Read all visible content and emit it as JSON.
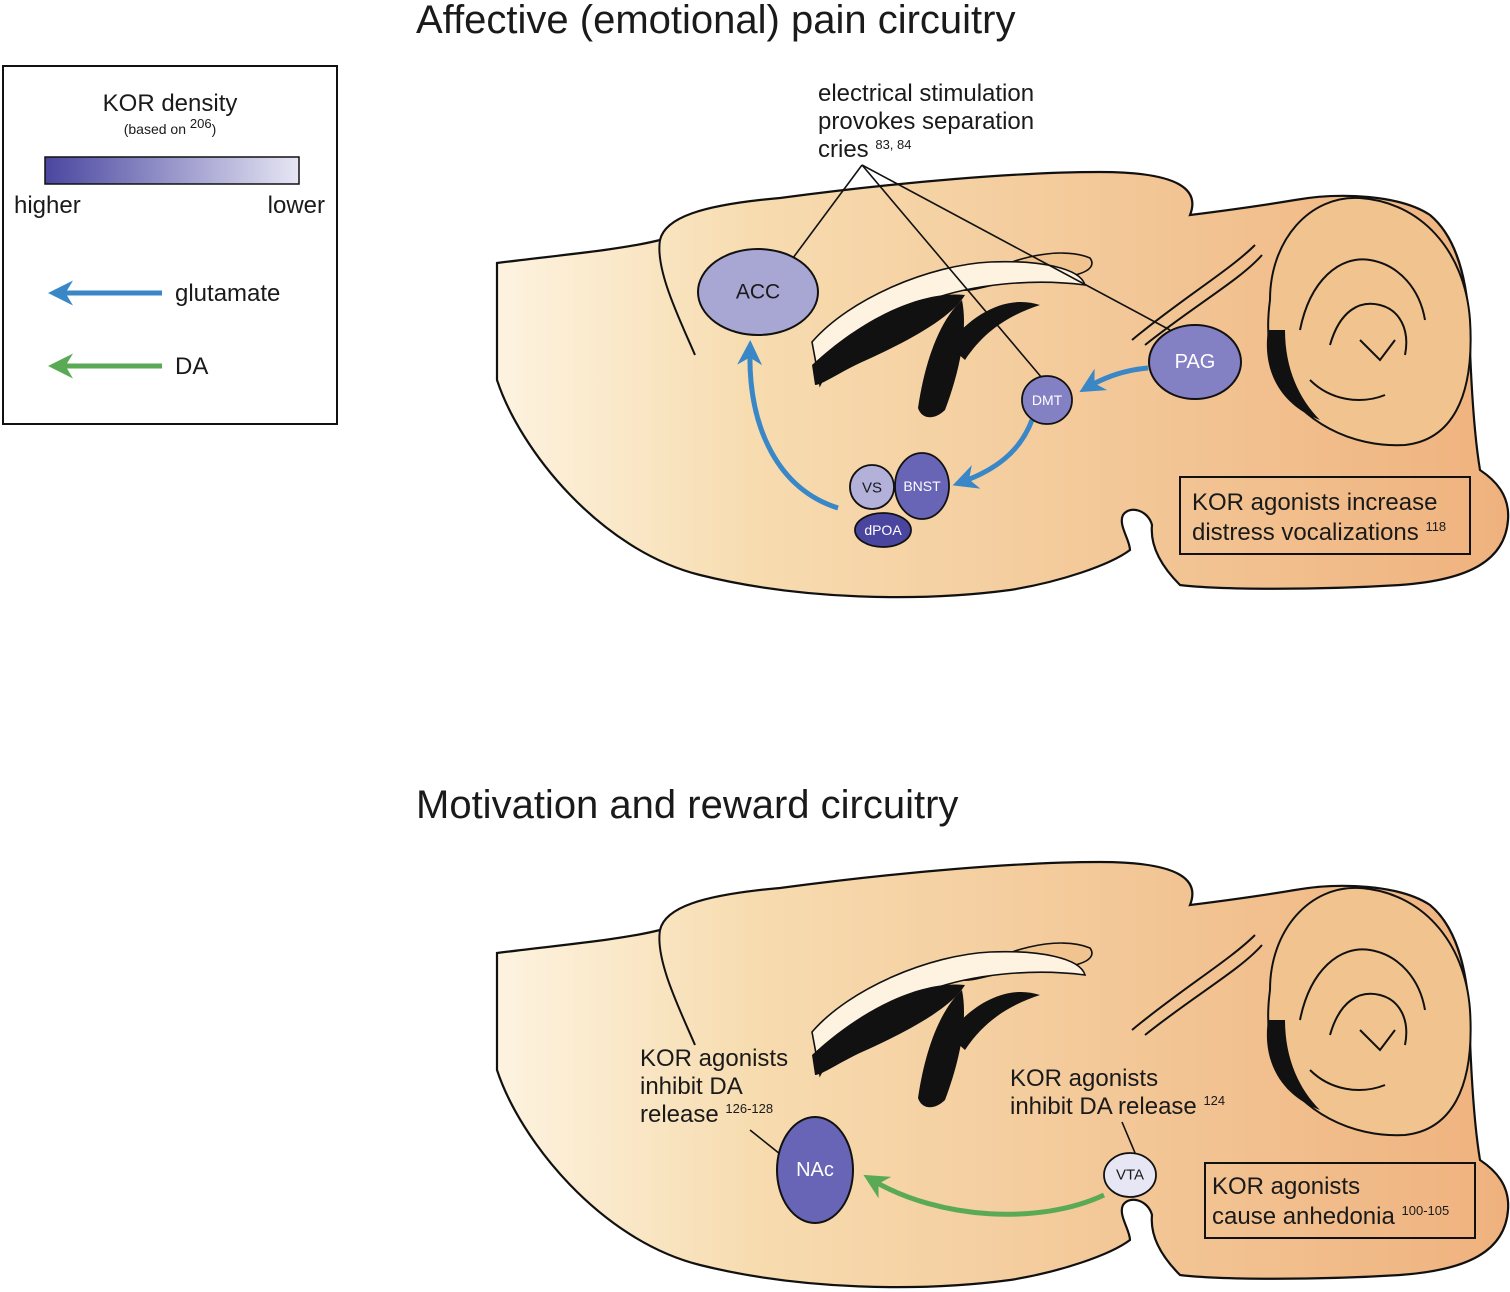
{
  "legend": {
    "title": "KOR density",
    "subtitle_prefix": "(based on ",
    "subtitle_ref": "206",
    "subtitle_suffix": ")",
    "higher": "higher",
    "lower": "lower",
    "glutamate": "glutamate",
    "da": "DA"
  },
  "panel_top": {
    "title": "Affective (emotional) pain circuitry",
    "stim_lines": [
      "electrical stimulation",
      "provokes separation",
      "cries"
    ],
    "stim_ref": "83, 84",
    "nodes": {
      "acc": "ACC",
      "pag": "PAG",
      "dmt": "DMT",
      "vs": "VS",
      "bnst": "BNST",
      "dpoa": "dPOA"
    },
    "box_lines": [
      "KOR agonists increase",
      "distress vocalizations"
    ],
    "box_ref": "118"
  },
  "panel_bottom": {
    "title": "Motivation and reward circuitry",
    "nac_note_lines": [
      "KOR agonists",
      "inhibit DA",
      "release"
    ],
    "nac_note_ref": "126-128",
    "vta_note_lines": [
      "KOR agonists",
      "inhibit DA release"
    ],
    "vta_note_ref": "124",
    "nodes": {
      "nac": "NAc",
      "vta": "VTA"
    },
    "box_lines": [
      "KOR agonists",
      "cause anhedonia"
    ],
    "box_ref": "100-105"
  },
  "colors": {
    "glutamate_arrow": "#3a87c8",
    "da_arrow": "#5aaa55",
    "kor_high": "#4a46a0",
    "kor_low": "#e6e6f4",
    "brain_light": "#fdf1dc",
    "brain_dark": "#efb27e",
    "brain_inner": "#f1c38e"
  }
}
